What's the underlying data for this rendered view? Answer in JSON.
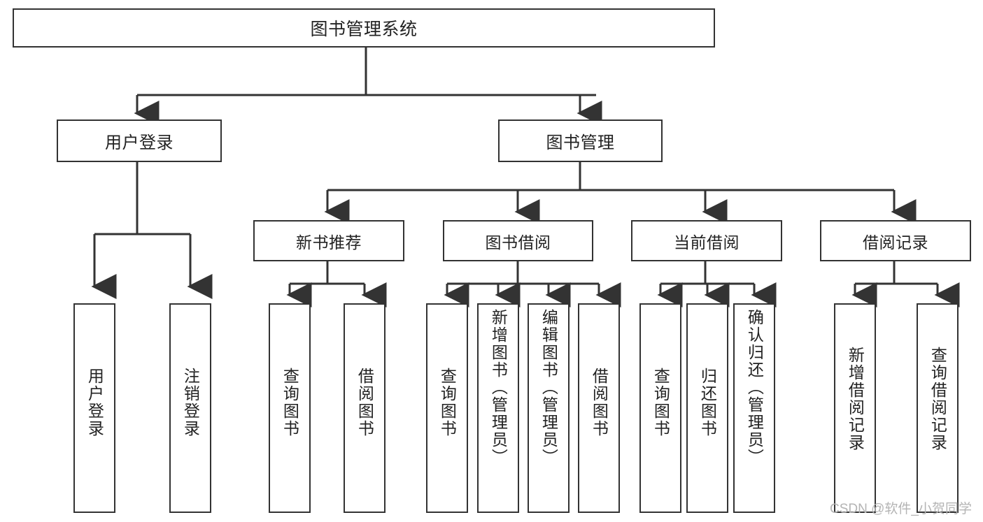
{
  "diagram": {
    "title": "图书管理系统",
    "type": "tree-hierarchy-diagram",
    "colors": {
      "stroke": "#333333",
      "text": "#222222",
      "background": "#ffffff",
      "watermark": "#b4b4b4"
    },
    "root": {
      "label": "图书管理系统"
    },
    "level2": [
      {
        "label": "用户登录"
      },
      {
        "label": "图书管理"
      }
    ],
    "level3": [
      {
        "label": "新书推荐"
      },
      {
        "label": "图书借阅"
      },
      {
        "label": "当前借阅"
      },
      {
        "label": "借阅记录"
      }
    ],
    "leaves": {
      "user_login": [
        {
          "label": "用户登录"
        },
        {
          "label": "注销登录"
        }
      ],
      "new_book_recommend": [
        {
          "label": "查询图书"
        },
        {
          "label": "借阅图书"
        }
      ],
      "book_borrow": [
        {
          "label": "查询图书"
        },
        {
          "label": "新增图书（管理员）"
        },
        {
          "label": "编辑图书（管理员）"
        },
        {
          "label": "借阅图书"
        }
      ],
      "current_borrow": [
        {
          "label": "查询图书"
        },
        {
          "label": "归还图书"
        },
        {
          "label": "确认归还（管理员）"
        }
      ],
      "borrow_records": [
        {
          "label": "新增借阅记录"
        },
        {
          "label": "查询借阅记录"
        }
      ]
    }
  },
  "watermark": {
    "text": "CSDN @软件_小贺同学"
  }
}
